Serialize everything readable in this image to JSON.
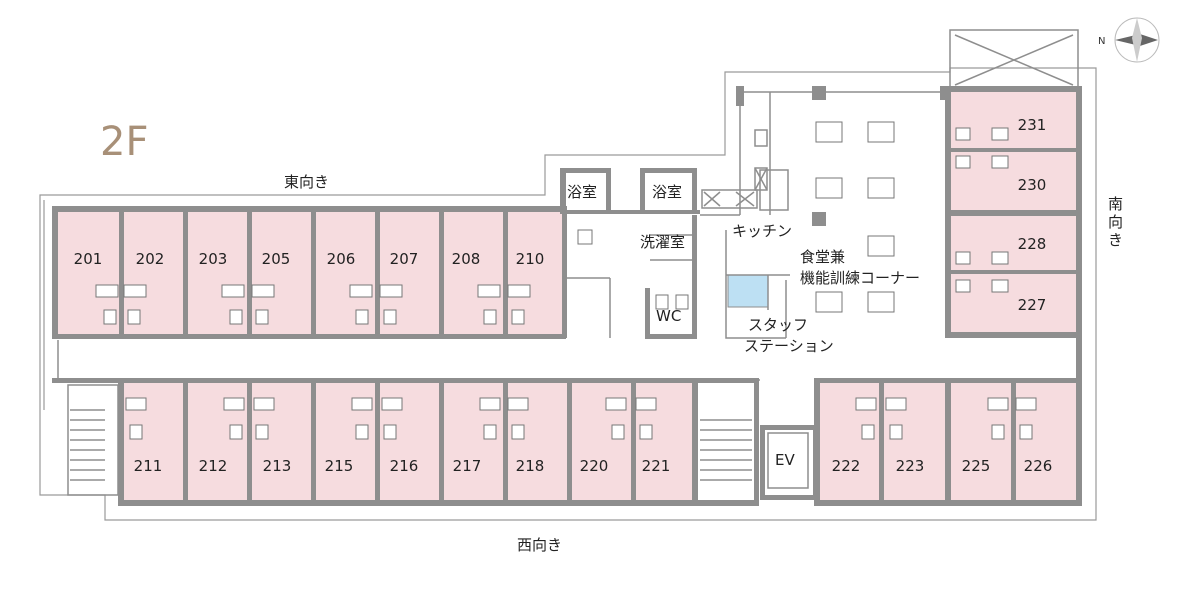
{
  "floor_label": "2F",
  "directions": {
    "east": "東向き",
    "west": "西向き",
    "south": "南向き",
    "compass_north": "N"
  },
  "facilities": {
    "bath1": "浴室",
    "bath2": "浴室",
    "laundry": "洗濯室",
    "wc": "WC",
    "kitchen": "キッチン",
    "dining_line1": "食堂兼",
    "dining_line2": "機能訓練コーナー",
    "staff_line1": "スタッフ",
    "staff_line2": "ステーション",
    "ev": "EV"
  },
  "rooms": {
    "east_row": [
      "201",
      "202",
      "203",
      "205",
      "206",
      "207",
      "208",
      "210"
    ],
    "west_row": [
      "211",
      "212",
      "213",
      "215",
      "216",
      "217",
      "218",
      "220",
      "221",
      "222",
      "223",
      "225",
      "226"
    ],
    "south_block": [
      "231",
      "230",
      "228",
      "227"
    ]
  },
  "colors": {
    "room_fill": "#f6dcdf",
    "wall": "#8e8e8e",
    "staff_station": "#bde0f3",
    "floor_label": "#a89078"
  }
}
